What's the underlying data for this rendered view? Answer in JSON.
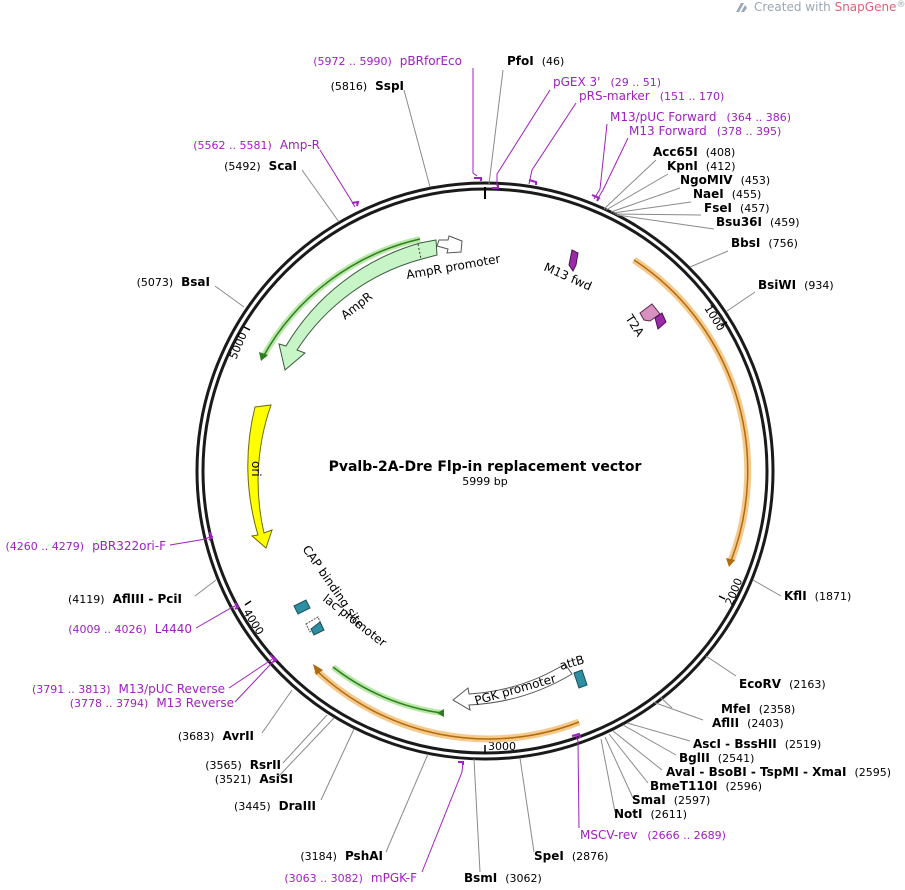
{
  "watermark": {
    "prefix": "Created with ",
    "brand": "SnapGene",
    "suffix": "®"
  },
  "map": {
    "title": "Pvalb-2A-Dre Flp-in replacement vector",
    "size": "5999 bp"
  },
  "ticks": [
    "1000",
    "2000",
    "3000",
    "4000",
    "5000"
  ],
  "features": {
    "ampr_promoter": "AmpR promoter",
    "ampr": "AmpR",
    "ori": "ori",
    "cap": "CAP binding site",
    "lac": "lac promoter",
    "pgk": "PGK promoter",
    "attb": "attB",
    "m13fwd": "M13 fwd",
    "t2a": "T2A"
  },
  "enzymes": [
    {
      "name": "PfoI",
      "pos": "(46)"
    },
    {
      "name": "Acc65I",
      "pos": "(408)"
    },
    {
      "name": "KpnI",
      "pos": "(412)"
    },
    {
      "name": "NgoMIV",
      "pos": "(453)"
    },
    {
      "name": "NaeI",
      "pos": "(455)"
    },
    {
      "name": "FseI",
      "pos": "(457)"
    },
    {
      "name": "Bsu36I",
      "pos": "(459)"
    },
    {
      "name": "BbsI",
      "pos": "(756)"
    },
    {
      "name": "BsiWI",
      "pos": "(934)"
    },
    {
      "name": "KflI",
      "pos": "(1871)"
    },
    {
      "name": "EcoRV",
      "pos": "(2163)"
    },
    {
      "name": "MfeI",
      "pos": "(2358)"
    },
    {
      "name": "AflII",
      "pos": "(2403)"
    },
    {
      "name": "AscI - BssHII",
      "pos": "(2519)"
    },
    {
      "name": "BglII",
      "pos": "(2541)"
    },
    {
      "name": "AvaI - BsoBI - TspMI - XmaI",
      "pos": "(2595)"
    },
    {
      "name": "BmeT110I",
      "pos": "(2596)"
    },
    {
      "name": "SmaI",
      "pos": "(2597)"
    },
    {
      "name": "NotI",
      "pos": "(2611)"
    },
    {
      "name": "SpeI",
      "pos": "(2876)"
    },
    {
      "name": "BsmI",
      "pos": "(3062)"
    },
    {
      "name": "PshAI",
      "pos": "(3184)"
    },
    {
      "name": "DraIII",
      "pos": "(3445)"
    },
    {
      "name": "AsiSI",
      "pos": "(3521)"
    },
    {
      "name": "RsrII",
      "pos": "(3565)"
    },
    {
      "name": "AvrII",
      "pos": "(3683)"
    },
    {
      "name": "AflIII - PciI",
      "pos": "(4119)"
    },
    {
      "name": "BsaI",
      "pos": "(5073)"
    },
    {
      "name": "ScaI",
      "pos": "(5492)"
    },
    {
      "name": "SspI",
      "pos": "(5816)"
    }
  ],
  "primers": [
    {
      "name": "pBRforEco",
      "pos": "(5972 .. 5990)"
    },
    {
      "name": "pGEX 3'",
      "pos": "(29 .. 51)"
    },
    {
      "name": "pRS-marker",
      "pos": "(151 .. 170)"
    },
    {
      "name": "M13/pUC Forward",
      "pos": "(364 .. 386)"
    },
    {
      "name": "M13 Forward",
      "pos": "(378 .. 395)"
    },
    {
      "name": "Amp-R",
      "pos": "(5562 .. 5581)"
    },
    {
      "name": "pBR322ori-F",
      "pos": "(4260 .. 4279)"
    },
    {
      "name": "L4440",
      "pos": "(4009 .. 4026)"
    },
    {
      "name": "M13/pUC Reverse",
      "pos": "(3791 .. 3813)"
    },
    {
      "name": "M13 Reverse",
      "pos": "(3778 .. 3794)"
    },
    {
      "name": "MSCV-rev",
      "pos": "(2666 .. 2689)"
    },
    {
      "name": "mPGK-F",
      "pos": "(3063 .. 3082)"
    }
  ],
  "colors": {
    "backbone": "#1a1a1a",
    "primer": "#a020c0",
    "ampr_fill": "#c8f5c8",
    "ori_fill": "#ffff00",
    "orange": "#f2a93b",
    "green_line": "#2e7d20",
    "attb_fill": "#2e8fa3",
    "t2a_fill": "#d890c0",
    "m13_fill": "#9a2aa8"
  }
}
